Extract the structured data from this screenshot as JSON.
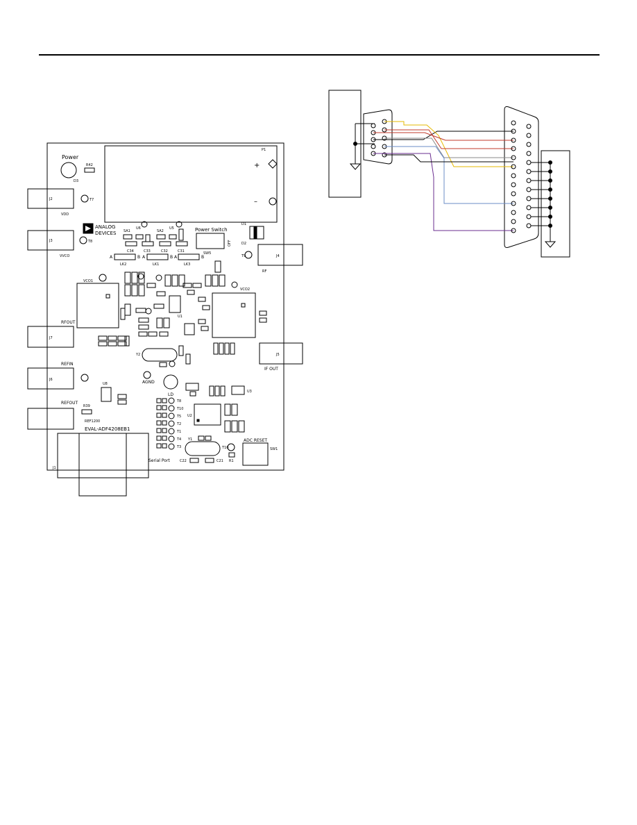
{
  "board": {
    "labels": {
      "power": "Power",
      "d3": "D3",
      "r42": "R42",
      "p1": "P1",
      "plus": "+",
      "minus": "–",
      "j2": "J2",
      "t7": "T7",
      "vdd": "VDD",
      "j3": "J3",
      "vvco": "VVCO",
      "t8": "T8",
      "analog": "ANALOG",
      "devices": "DEVICES",
      "sa1": "SA1",
      "sa2": "SA2",
      "u6": "U6",
      "u5": "U5",
      "power_switch": "Power Switch",
      "sw5": "SW5",
      "off": "OFF",
      "d1": "D1",
      "d2": "D2",
      "c34": "C34",
      "c33": "C33",
      "c32": "C32",
      "c31": "C31",
      "lk2": "LK2",
      "lk1": "LK1",
      "lk3": "LK3",
      "a": "A",
      "b": "B",
      "j4": "J4",
      "rf": "RF",
      "t9": "T9",
      "vco1": "VCO1",
      "vco2": "VCO2",
      "u1": "U1",
      "rfout": "RFOUT",
      "j7": "J7",
      "refin": "REFIN",
      "j6": "J6",
      "refout": "REFOUT",
      "r39": "R39",
      "refnum": "REF1200",
      "eval": "EVAL-ADF4208EB1",
      "j1": "J1",
      "u8": "U8",
      "u2": "U2",
      "u3": "U3",
      "y1": "Y1",
      "y2": "Y2",
      "ld": "LD",
      "agnd": "AGND",
      "j5": "J5",
      "if_out": "IF OUT",
      "serial_port": "Serial Port",
      "adc_reset": "ADC RESET",
      "sw1": "SW1",
      "c22": "C22",
      "c21": "C21",
      "r1": "R1",
      "t10": "T10"
    },
    "test_points": [
      "T8",
      "T10",
      "T5",
      "T2",
      "T1",
      "T4",
      "T3"
    ]
  },
  "connector": {
    "wire_colors": [
      "#000000",
      "#e6b800",
      "#c0392b",
      "#8a8a8a",
      "#6b8cc7",
      "#6a2c8f"
    ]
  }
}
